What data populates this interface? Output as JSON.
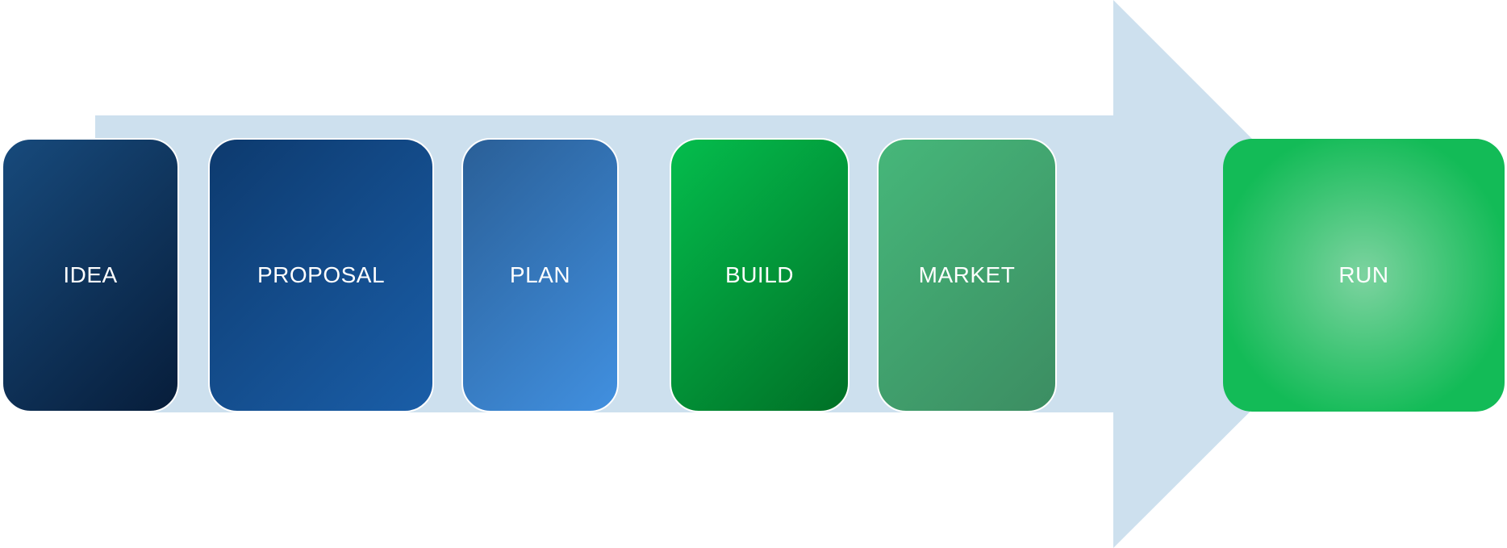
{
  "diagram": {
    "arrow_color": "#cde0ee",
    "stages": [
      {
        "label": "IDEA",
        "color_start": "#174a7c",
        "color_end": "#071d3a"
      },
      {
        "label": "PROPOSAL",
        "color_start": "#0d3a6e",
        "color_end": "#1a5ea8"
      },
      {
        "label": "PLAN",
        "color_start": "#2a5f97",
        "color_end": "#4190e0"
      },
      {
        "label": "BUILD",
        "color_start": "#04bd4d",
        "color_end": "#007026"
      },
      {
        "label": "MARKET",
        "color_start": "#46b77a",
        "color_end": "#3c8d62"
      },
      {
        "label": "RUN",
        "color_start": "#7dd3a0",
        "color_end": "#13bb57"
      }
    ]
  }
}
